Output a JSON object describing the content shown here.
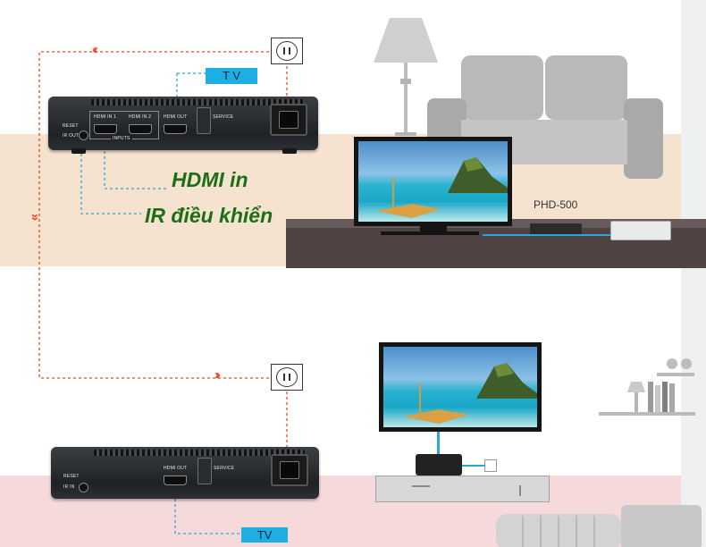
{
  "device_top": {
    "ports": [
      "RESET",
      "IR OUT",
      "HDMI IN 1",
      "HDMI IN 2",
      "HDMI OUT",
      "SERVICE"
    ],
    "group_label": "INPUTS"
  },
  "device_bottom": {
    "ports": [
      "RESET",
      "IR IN",
      "HDMI OUT",
      "SERVICE"
    ]
  },
  "tv_tag_top": "T V",
  "tv_tag_bottom": "TV",
  "hdmi_in_label": "HDMI in",
  "ir_label": "IR điều khiển",
  "phd_label": "PHD-500",
  "arrows": {
    "left": "‹‹",
    "down": "»",
    "right": "››"
  },
  "colors": {
    "signal_line": "#ef4723",
    "cable": "#2aa6d8",
    "label_green": "#1c6e16",
    "tag_blue": "#1eaee4"
  }
}
